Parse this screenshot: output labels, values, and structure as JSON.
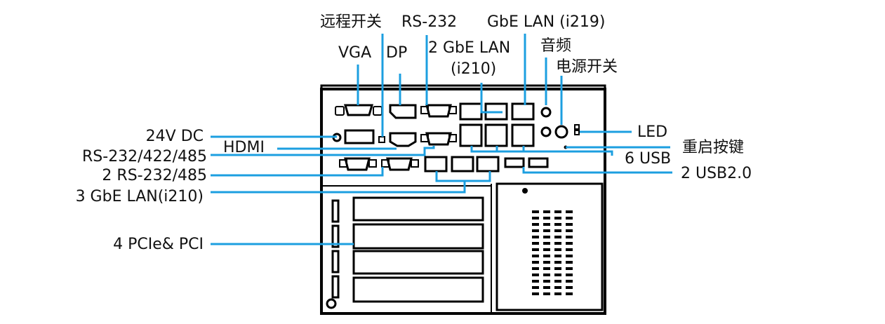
{
  "labels": {
    "remote_switch": "远程开关",
    "rs232_top": "RS-232",
    "gbe_i219": "GbE LAN (i219)",
    "vga": "VGA",
    "dp": "DP",
    "lan2_line1": "2 GbE LAN",
    "lan2_line2": "(i210)",
    "audio": "音频",
    "power_switch": "电源开关",
    "dc24": "24V DC",
    "hdmi": "HDMI",
    "rs_multi": "RS-232/422/485",
    "rs2": "2 RS-232/485",
    "lan3": "3 GbE LAN(i210)",
    "pcie": "4 PCIe& PCI",
    "led": "LED",
    "reset": "重启按键",
    "usb6": "6 USB",
    "usb2": "2 USB2.0"
  },
  "colors": {
    "callout": "#1c9fe0",
    "outline": "#000000"
  }
}
